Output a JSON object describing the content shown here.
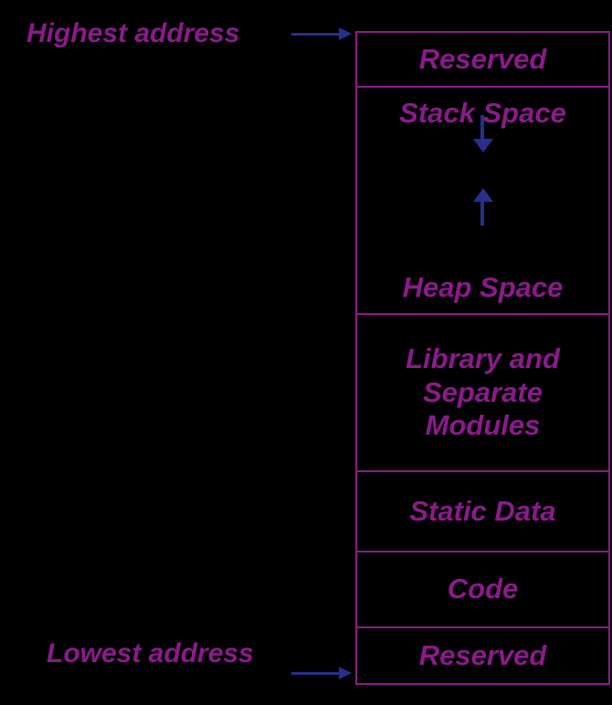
{
  "diagram": {
    "title": "Process memory layout (address space map)",
    "colors": {
      "background": "#000000",
      "text_purple": "#8B1A8B",
      "border_purple": "#8B1A8B",
      "arrow_blue": "#26308C"
    },
    "labels": {
      "highest_address": "Highest address",
      "lowest_address": "Lowest address"
    },
    "segments": [
      {
        "id": "reserved-top",
        "label": "Reserved"
      },
      {
        "id": "stack",
        "label": "Stack Space"
      },
      {
        "id": "heap",
        "label": "Heap Space"
      },
      {
        "id": "library",
        "label": "Library and Separate Modules",
        "lines": [
          "Library and",
          "Separate",
          "Modules"
        ]
      },
      {
        "id": "static",
        "label": "Static Data"
      },
      {
        "id": "code",
        "label": "Code"
      },
      {
        "id": "reserved-bottom",
        "label": "Reserved"
      }
    ],
    "arrows": {
      "highest_pointer": "arrow-right",
      "lowest_pointer": "arrow-right",
      "stack_growth": "arrow-down",
      "heap_growth": "arrow-up"
    }
  }
}
